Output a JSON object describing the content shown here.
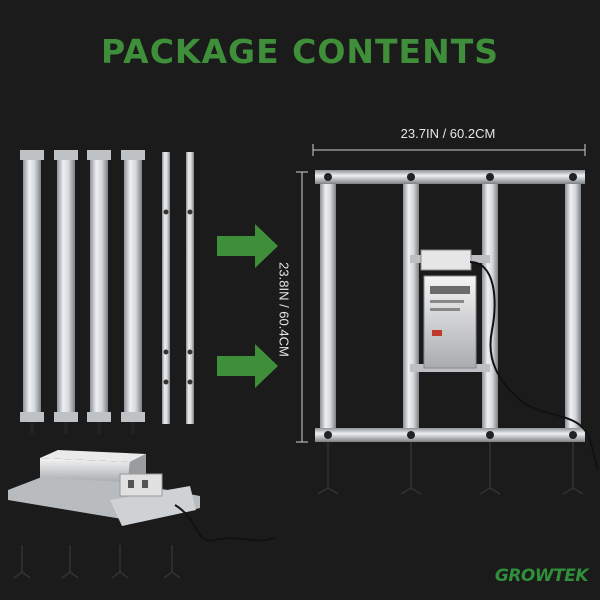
{
  "title": "PACKAGE CONTENTS",
  "dimensions": {
    "width_label": "23.7IN / 60.2CM",
    "height_label": "23.8IN / 60.4CM"
  },
  "brand": {
    "logo_text": "GROWTEK"
  },
  "colors": {
    "background": "#1b1b1b",
    "accent_green": "#3f8f3a",
    "aluminum": "#c9ccd0"
  }
}
